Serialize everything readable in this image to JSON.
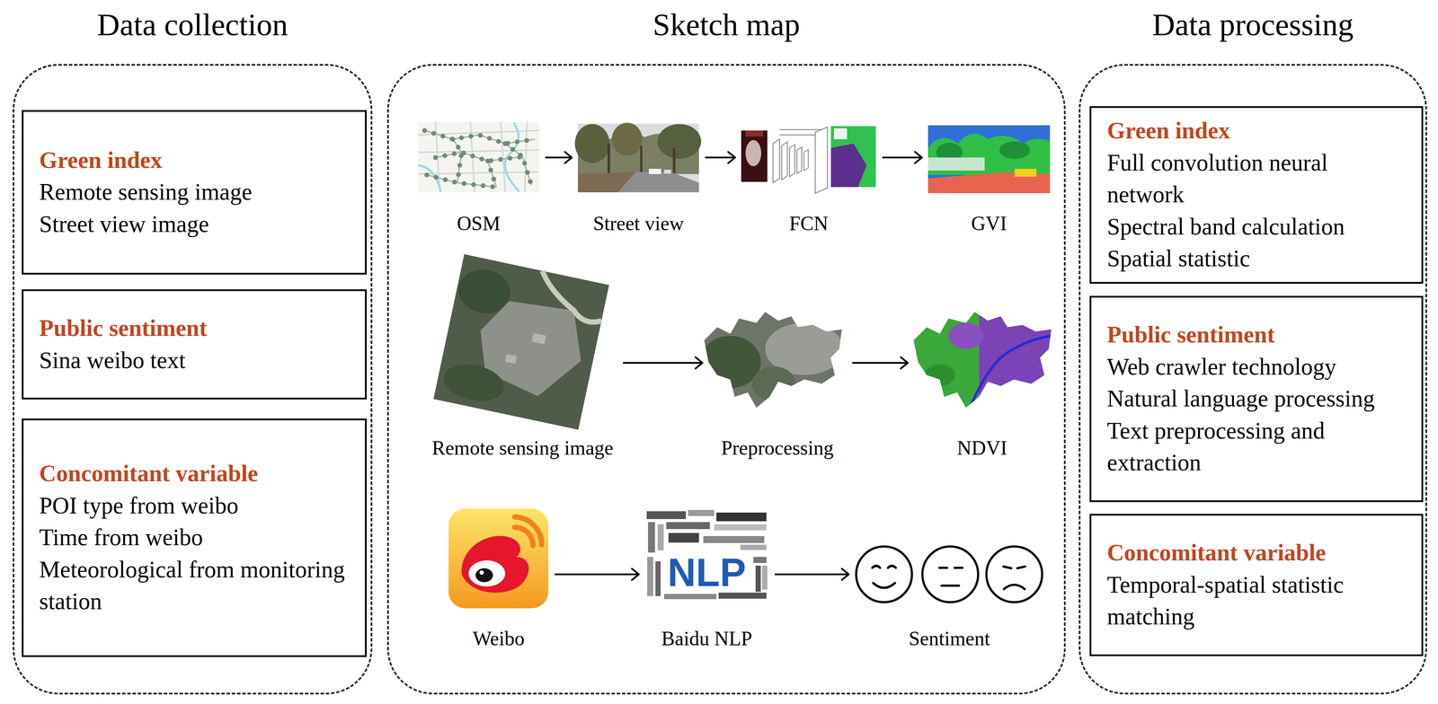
{
  "diagram": {
    "nodes": [
      {
        "text": [
          "Data collection"
        ]
      },
      {
        "text": [
          "Green index",
          "Remote sensing image",
          "Street view image"
        ],
        "in": 0
      },
      {
        "text": [
          "Public sentiment",
          "Sina weibo text"
        ],
        "in": 0
      },
      {
        "text": [
          "Concomitant variable",
          "POI type from weibo",
          "Time from weibo",
          "Meteorological from monitoring station"
        ],
        "in": 0
      },
      {
        "text": [
          "Sketch map"
        ]
      },
      {
        "text": [
          "OSM"
        ],
        "in": 4
      },
      {
        "text": [
          "Street view"
        ],
        "in": 4
      },
      {
        "text": [
          "FCN"
        ],
        "in": 4
      },
      {
        "text": [
          "GVI"
        ],
        "in": 4
      },
      {
        "text": [
          "Remote sensing image"
        ],
        "in": 4
      },
      {
        "text": [
          "Preprocessing"
        ],
        "in": 4
      },
      {
        "text": [
          "NDVI"
        ],
        "in": 4
      },
      {
        "text": [
          "Weibo"
        ],
        "in": 4
      },
      {
        "text": [
          "Baidu NLP"
        ],
        "in": 4
      },
      {
        "text": [
          "Sentiment"
        ],
        "in": 4
      },
      {
        "text": [
          "Data processing"
        ]
      },
      {
        "text": [
          "Green index",
          "Full convolution neural network",
          "Spectral band calculation",
          "Spatial statistic"
        ],
        "in": 15
      },
      {
        "text": [
          "Public sentiment",
          "Web crawler technology",
          "Natural language processing",
          "Text preprocessing and extraction"
        ],
        "in": 15
      },
      {
        "text": [
          "Concomitant variable",
          "Temporal-spatial statistic matching"
        ],
        "in": 15
      }
    ],
    "edges": [
      {
        "from": 5,
        "to": 6,
        "arrow": "to"
      },
      {
        "from": 6,
        "to": 7,
        "arrow": "to"
      },
      {
        "from": 7,
        "to": 8,
        "arrow": "to"
      },
      {
        "from": 9,
        "to": 10,
        "arrow": "to"
      },
      {
        "from": 10,
        "to": 11,
        "arrow": "to"
      },
      {
        "from": 12,
        "to": 13,
        "arrow": "to"
      },
      {
        "from": 13,
        "to": 14,
        "arrow": "to"
      }
    ],
    "labels": [
      "NLP"
    ]
  }
}
